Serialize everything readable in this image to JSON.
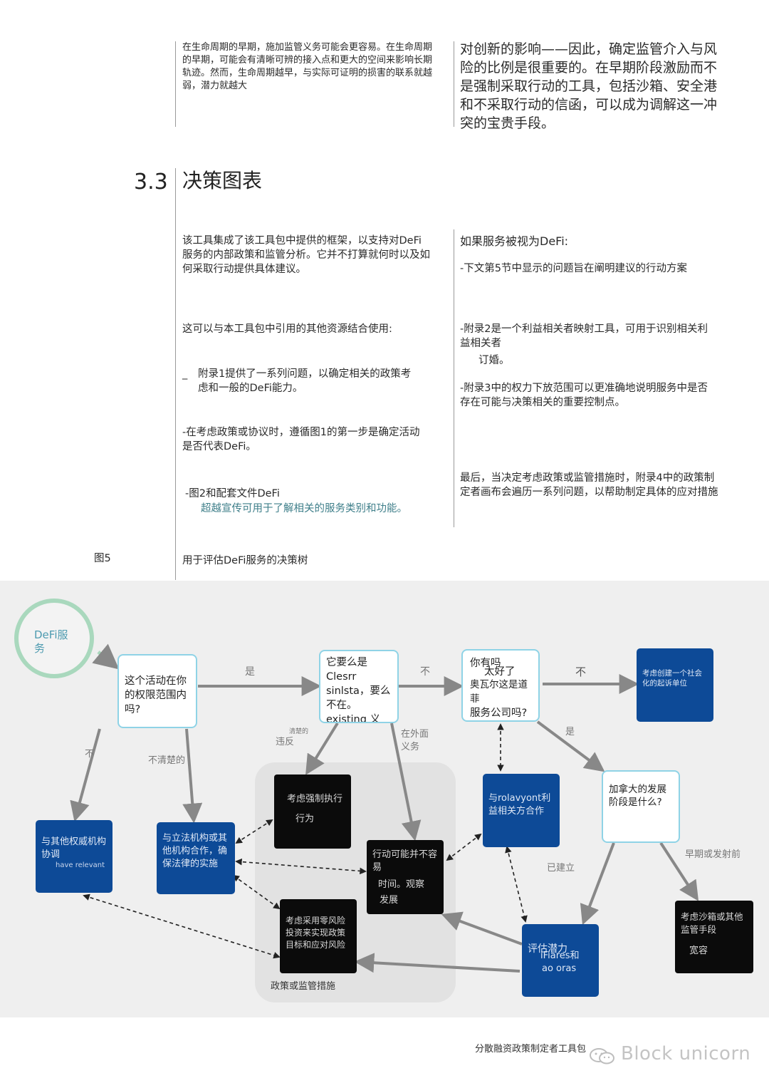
{
  "top": {
    "left_text": "在生命周期的早期，施加监管义务可能会更容易。在生命周期的早期，可能会有清晰可辨的接入点和更大的空间来影响长期轨迹。然而，生命周期越早，与实际可证明的损害的联系就越弱，潜力就越大",
    "right_text": "对创新的影响——因此，确定监管介入与风险的比例是很重要的。在早期阶段激励而不是强制采取行动的工具，包括沙箱、安全港和不采取行动的信函，可以成为调解这一冲突的宝贵手段。"
  },
  "section": {
    "number": "3.3",
    "title": "决策图表"
  },
  "left_col": {
    "p1": "该工具集成了该工具包中提供的框架，以支持对DeFi服务的内部政策和监管分析。它并不打算就何时以及如何采取行动提供具体建议。",
    "p2": "这可以与本工具包中引用的其他资源结合使用:",
    "b1_dash": "_",
    "b1": "附录1提供了一系列问题，以确定相关的政策考虑和一般的DeFi能力。",
    "b2": "-在考虑政策或协议时，遵循图1的第一步是确定活动是否代表DeFi。",
    "b3a": "-图2和配套文件DeFi",
    "b3b": "超越宣传可用于了解相关的服务类别和功能。"
  },
  "right_col": {
    "p1": "如果服务被视为DeFi:",
    "p2": "-下文第5节中显示的问题旨在阐明建议的行动方案",
    "p3": "-附录2是一个利益相关者映射工具，可用于识别相关利益相关者",
    "p3b": "订婚。",
    "p4": "-附录3中的权力下放范围可以更准确地说明服务中是否存在可能与决策相关的重要控制点。",
    "p5": "最后，当决定考虑政策或监管措施时，附录4中的政策制定者画布会遍历一系列问题，以帮助制定具体的应对措施"
  },
  "figure": {
    "label": "图5",
    "caption": "用于评估DeFi服务的决策树"
  },
  "diagram": {
    "start": "DeFi服务",
    "q1": "这个活动在你的权限范围内吗?",
    "q2": "它要么是Clesrr sinlsta，要么不在。existing 义务?",
    "q3a": "你有吗",
    "q3b": "太好了",
    "q3c": "奥瓦尔这是道菲",
    "q3d": "服务公司吗?",
    "q4": "加拿大的发展阶段是什么?",
    "n_social": "考虑创建一个社会化的起诉单位",
    "n_stakeholder": "与rolavyont利益相关方合作",
    "n_other_auth": "与其他权威机构协调",
    "n_other_auth_sub": "have relevant",
    "n_legislature": "与立法机构或其他机构合作，确保法律的实施",
    "n_enforce_a": "考虑强制执行",
    "n_enforce_b": "行为",
    "n_action_a": "行动可能并不容易",
    "n_action_b": "时间。观察",
    "n_action_c": "发展",
    "n_zero_risk": "考虑采用零风险投资来实现政策目标和应对风险",
    "n_assess_a": "评估潜力",
    "n_assess_b": "iFiares和",
    "n_assess_c": "ao oras",
    "n_sandbox_a": "考虑沙箱或其他监管手段",
    "n_sandbox_b": "宽容",
    "panel_label": "政策或监管措施",
    "e_yes1": "是",
    "e_no1": "不",
    "e_no2": "不",
    "e_yes2": "是",
    "e_no_left": "不",
    "e_unclear": "不清楚的",
    "e_unclear_small": "清楚的",
    "e_violation": "违反",
    "e_outside_a": "在外面",
    "e_outside_b": "义务",
    "e_established": "已建立",
    "e_early": "早期或发射前"
  },
  "footer": {
    "toolkit": "分散融资政策制定者工具包",
    "watermark": "Block unicorn"
  },
  "colors": {
    "blue": "#0d4a97",
    "black": "#0b0b0b",
    "cyan_border": "#8fd3e6",
    "green_circle": "#a9d8bd",
    "arrow": "#888888"
  }
}
